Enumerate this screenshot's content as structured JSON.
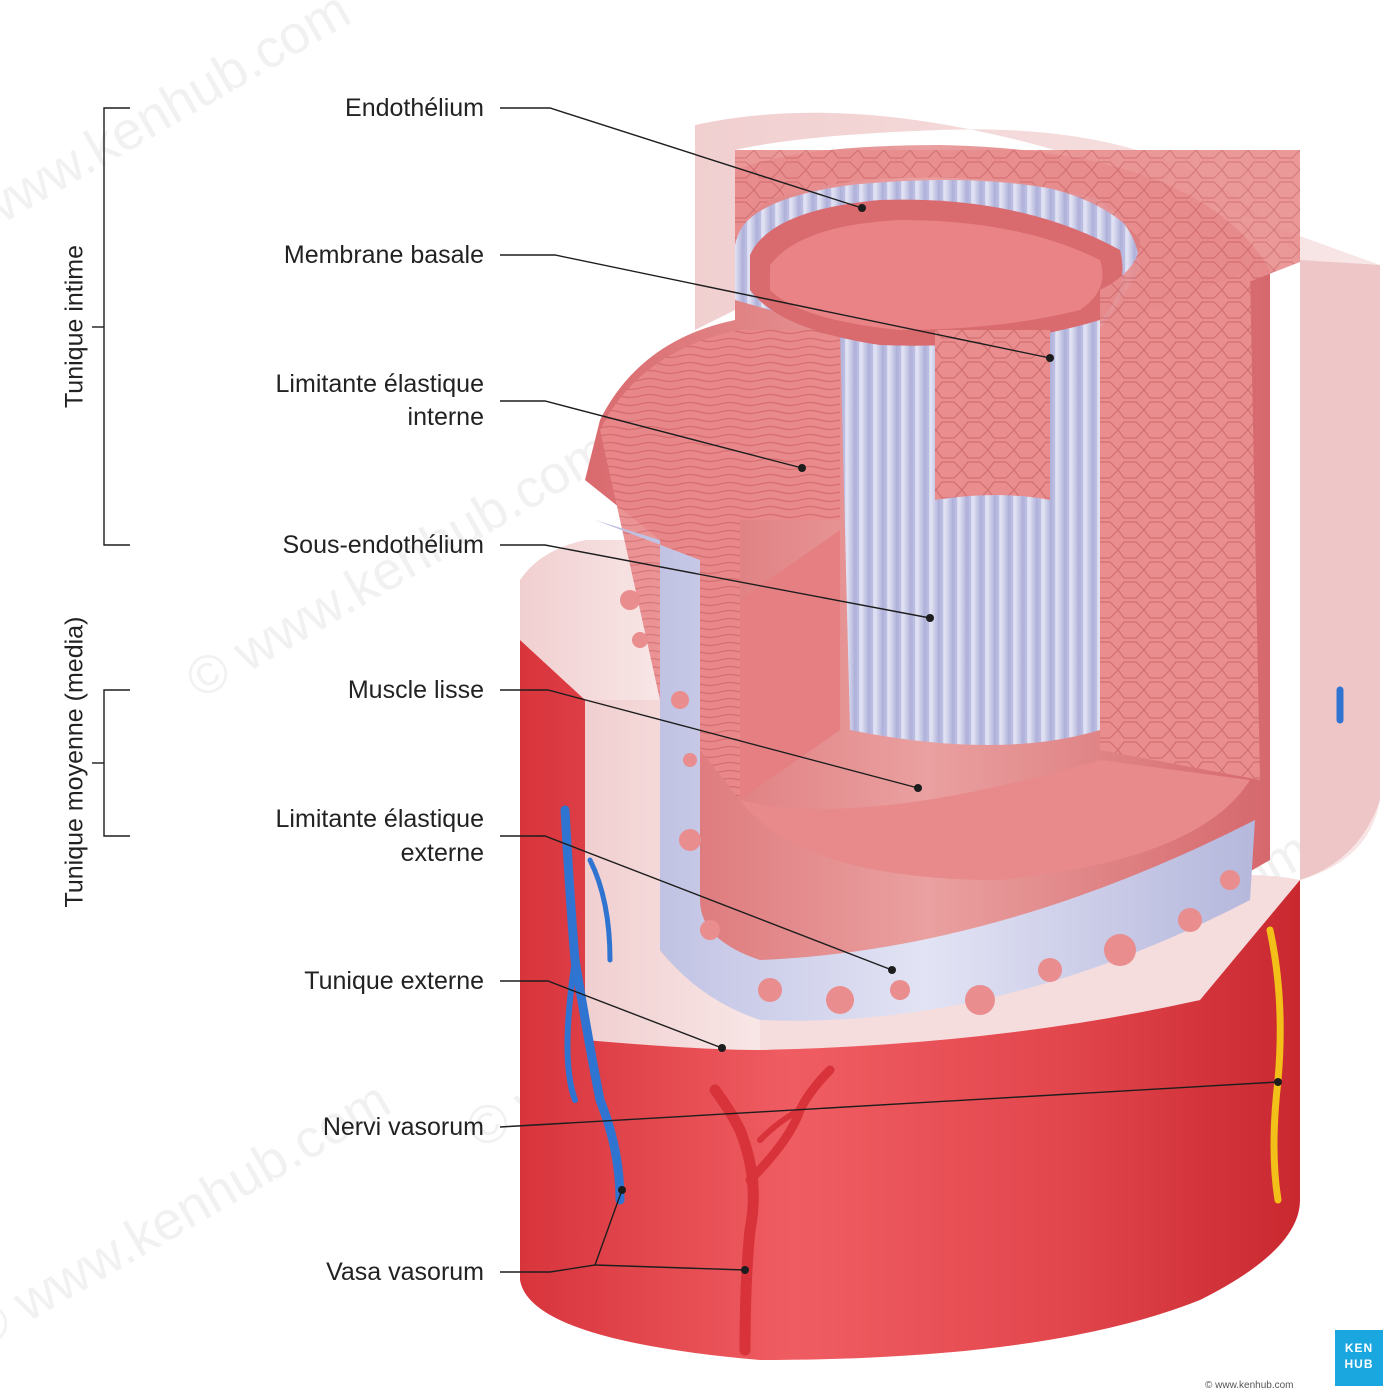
{
  "labels": {
    "endothelium": "Endothélium",
    "membrane_basale": "Membrane basale",
    "limitante_interne_1": "Limitante élastique",
    "limitante_interne_2": "interne",
    "sous_endothelium": "Sous-endothélium",
    "muscle_lisse": "Muscle lisse",
    "limitante_externe_1": "Limitante élastique",
    "limitante_externe_2": "externe",
    "tunique_externe": "Tunique externe",
    "nervi_vasorum": "Nervi vasorum",
    "vasa_vasorum": "Vasa vasorum"
  },
  "groups": {
    "tunique_intime": "Tunique intime",
    "tunique_moyenne": "Tunique moyenne (media)"
  },
  "watermark": "© www.kenhub.com",
  "credit": "© www.kenhub.com",
  "logo": {
    "line1": "KEN",
    "line2": "HUB"
  },
  "colors": {
    "muscle": "#e8545a",
    "muscle_light": "#f0a0a0",
    "tissue_pale": "#f3d9da",
    "elastic": "#c8c9e6",
    "vein": "#2f74d0",
    "artery": "#d8323a",
    "nerve": "#f2c018",
    "logo": "#1aa7e0"
  }
}
